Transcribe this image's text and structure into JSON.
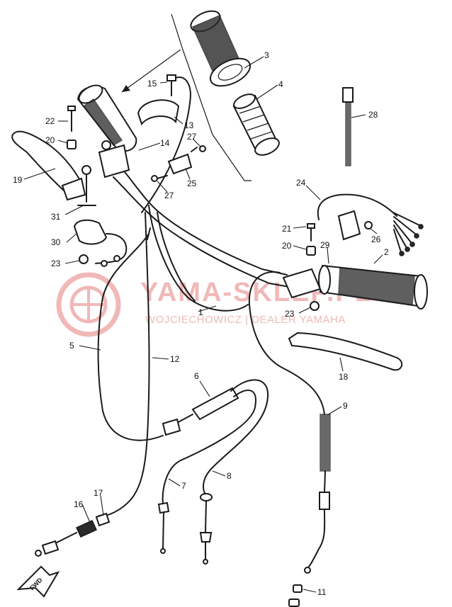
{
  "watermark": {
    "brand": "YAMA-SKLEP.PL",
    "subtitle": "WOJCIECHOWICZ | DEALER YAMAHA",
    "color": "#e8a0a0"
  },
  "direction_marker": "FWD",
  "callouts": [
    {
      "id": "c1",
      "label": "1"
    },
    {
      "id": "c2",
      "label": "2"
    },
    {
      "id": "c3",
      "label": "3"
    },
    {
      "id": "c4",
      "label": "4"
    },
    {
      "id": "c5",
      "label": "5"
    },
    {
      "id": "c6",
      "label": "6"
    },
    {
      "id": "c7",
      "label": "7"
    },
    {
      "id": "c8",
      "label": "8"
    },
    {
      "id": "c9",
      "label": "9"
    },
    {
      "id": "c11",
      "label": "11"
    },
    {
      "id": "c12",
      "label": "12"
    },
    {
      "id": "c13",
      "label": "13"
    },
    {
      "id": "c14",
      "label": "14"
    },
    {
      "id": "c15",
      "label": "15"
    },
    {
      "id": "c16",
      "label": "16"
    },
    {
      "id": "c17",
      "label": "17"
    },
    {
      "id": "c18",
      "label": "18"
    },
    {
      "id": "c19",
      "label": "19"
    },
    {
      "id": "c20a",
      "label": "20"
    },
    {
      "id": "c20b",
      "label": "20"
    },
    {
      "id": "c21",
      "label": "21"
    },
    {
      "id": "c22",
      "label": "22"
    },
    {
      "id": "c23a",
      "label": "23"
    },
    {
      "id": "c23b",
      "label": "23"
    },
    {
      "id": "c24",
      "label": "24"
    },
    {
      "id": "c25",
      "label": "25"
    },
    {
      "id": "c26",
      "label": "26"
    },
    {
      "id": "c27a",
      "label": "27"
    },
    {
      "id": "c27b",
      "label": "27"
    },
    {
      "id": "c28",
      "label": "28"
    },
    {
      "id": "c29",
      "label": "29"
    },
    {
      "id": "c30",
      "label": "30"
    },
    {
      "id": "c31",
      "label": "31"
    }
  ]
}
